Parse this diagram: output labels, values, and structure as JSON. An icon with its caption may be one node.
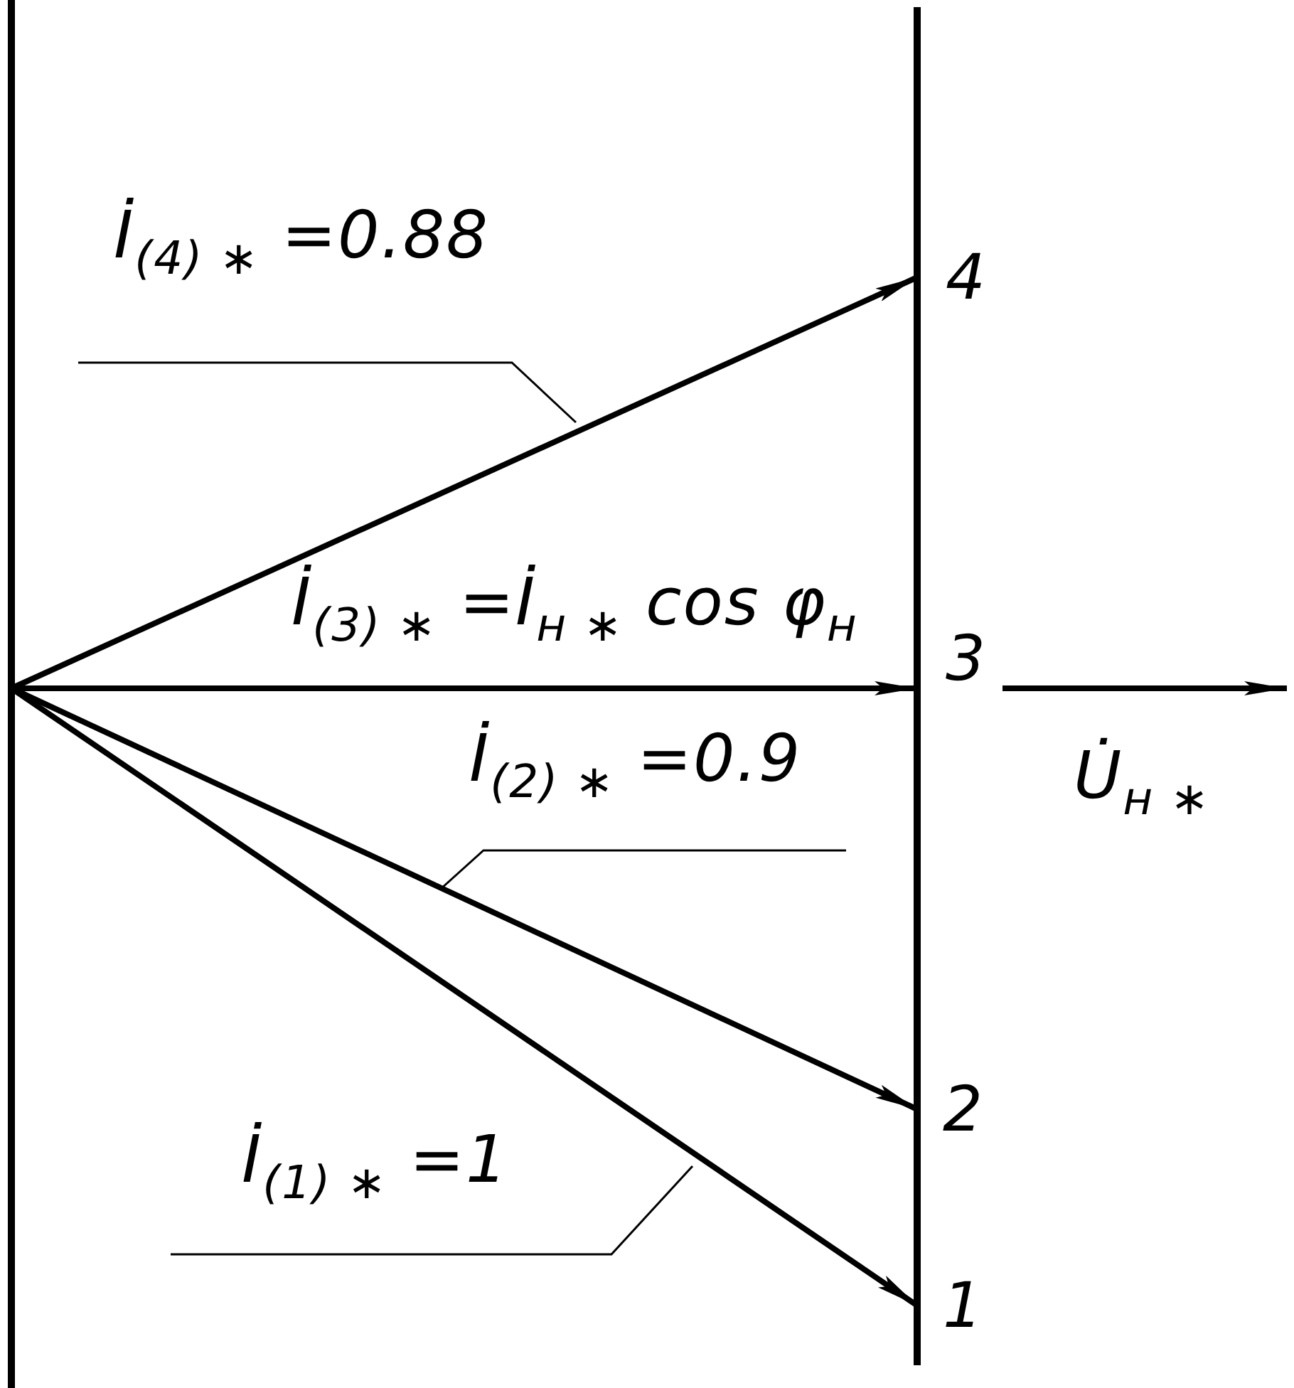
{
  "diagram": {
    "nodes": [
      {
        "text": [
          "4"
        ]
      },
      {
        "text": [
          "3"
        ]
      },
      {
        "text": [
          "2"
        ]
      },
      {
        "text": [
          "1"
        ]
      },
      {
        "text": [
          "İ$_{(4) ∗}$ =0.88"
        ]
      },
      {
        "text": [
          "İ$_{(2) ∗}$ =0.9"
        ]
      },
      {
        "text": [
          "İ$_{(1) ∗}$ =1"
        ]
      }
    ],
    "edges": [
      {
        "from": null,
        "to": 0,
        "arrow": "to"
      },
      {
        "from": null,
        "to": 1,
        "arrow": "to",
        "label": "İ$_{(3) ∗}$ =İ$_{н ∗}$ cos φ$_{н}$"
      },
      {
        "from": 1,
        "to": null,
        "arrow": "to",
        "label": "U̇$_{н ∗}$"
      },
      {
        "from": null,
        "to": 2,
        "arrow": "to"
      },
      {
        "from": null,
        "to": 3,
        "arrow": "to"
      },
      {
        "from": 4,
        "to": null,
        "arrow": "none"
      },
      {
        "from": 5,
        "to": null,
        "arrow": "none"
      },
      {
        "from": 6,
        "to": null,
        "arrow": "none"
      }
    ]
  }
}
